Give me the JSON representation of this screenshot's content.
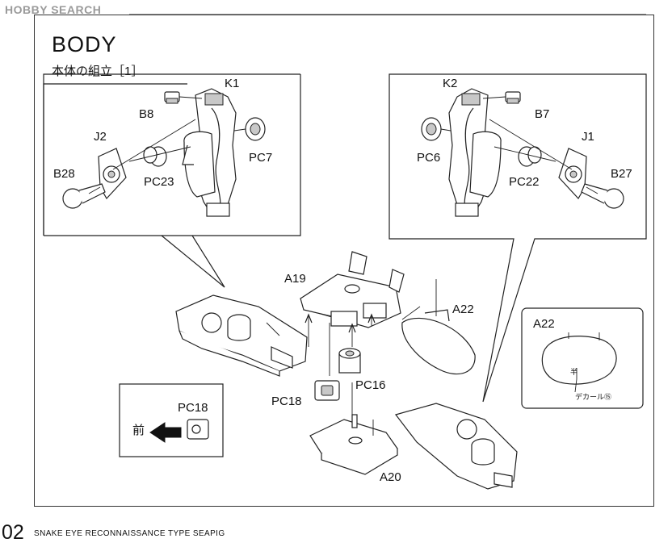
{
  "watermark": "HOBBY SEARCH",
  "section": {
    "title": "BODY",
    "subtitle": "本体の組立［1］"
  },
  "labels": {
    "k1": "K1",
    "b8": "B8",
    "j2": "J2",
    "pc7": "PC7",
    "pc23": "PC23",
    "b28": "B28",
    "k2": "K2",
    "b7": "B7",
    "pc6": "PC6",
    "j1": "J1",
    "pc22": "PC22",
    "b27": "B27",
    "a19": "A19",
    "a22": "A22",
    "pc16": "PC16",
    "pc18": "PC18",
    "a20": "A20",
    "inset_pc18": "PC18",
    "front": "前",
    "detail_a22": "A22",
    "decal": "デカール⑮"
  },
  "footer": {
    "page": "02",
    "text": "SNAKE EYE RECONNAISSANCE TYPE SEAPIG"
  }
}
